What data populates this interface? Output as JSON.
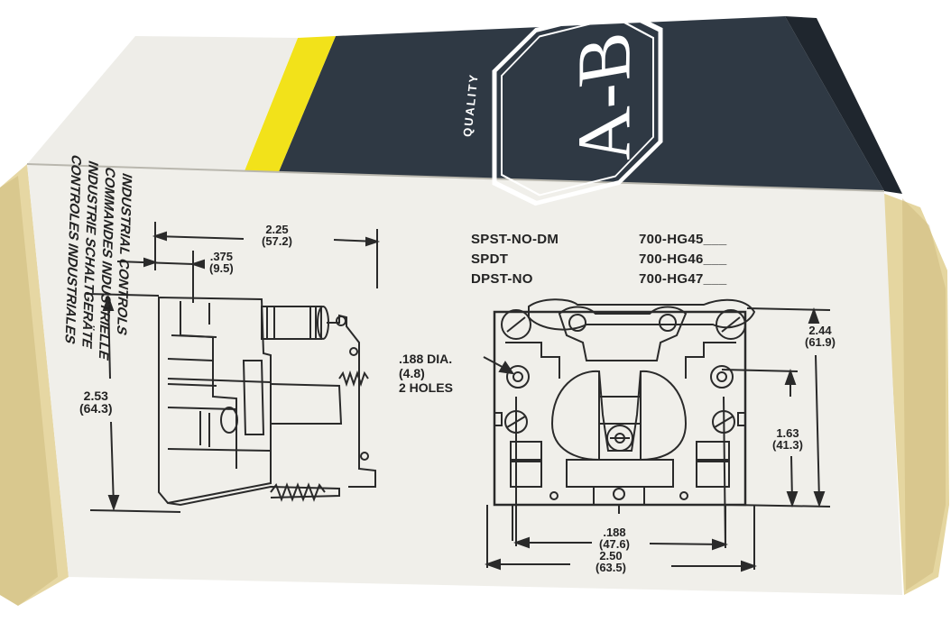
{
  "box": {
    "brand_logo": "A-B",
    "quality_badge": "QUALITY",
    "tagline_lines": [
      "INDUSTRIAL CONTROLS",
      "COMMANDES INDUSTRIELLE",
      "INDUSTRIE SCHALTGERÄTE",
      "CONTROLES INDUSTRIALES"
    ],
    "colors": {
      "navy": "#2f3944",
      "yellow": "#f2e21a",
      "panel": "#eeede8",
      "flap": "#e7d9a6",
      "line": "#2a2a2a"
    }
  },
  "models": [
    {
      "type": "SPST-NO-DM",
      "code": "700-HG45___"
    },
    {
      "type": "SPDT",
      "code": "700-HG46___"
    },
    {
      "type": "DPST-NO",
      "code": "700-HG47___"
    }
  ],
  "dims": {
    "width_top": {
      "in": "2.25",
      "mm": "(57.2)"
    },
    "offset": {
      "in": ".375",
      "mm": "(9.5)"
    },
    "height_left": {
      "in": "2.53",
      "mm": "(64.3)"
    },
    "hole": {
      "in": ".188 DIA.",
      "mm": "(4.8)",
      "note": "2 HOLES"
    },
    "height_right": {
      "in": "2.44",
      "mm": "(61.9)"
    },
    "hole_height": {
      "in": "1.63",
      "mm": "(41.3)"
    },
    "hole_spacing": {
      "in": ".188",
      "mm": "(47.6)"
    },
    "base_width": {
      "in": "2.50",
      "mm": "(63.5)"
    }
  }
}
